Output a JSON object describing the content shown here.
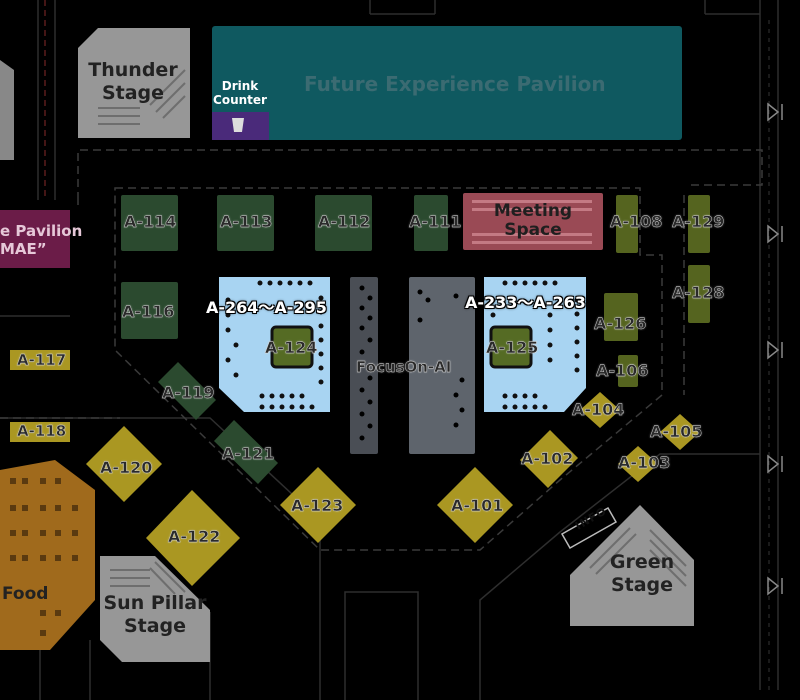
{
  "colors": {
    "background": "#000000",
    "booth_green": "#2b4a2f",
    "booth_olive": "#55641f",
    "booth_yellow": "#aa9722",
    "booth_yellow_light": "#b39f2a",
    "stage_gray": "#9a9a9a",
    "pavilion_teal": "#0f5960",
    "meeting_pink": "#9a4a55",
    "selected_blue": "#a8d4f2",
    "food_orange": "#a06a1c",
    "pavilion_magenta": "#6b1c48"
  },
  "stages": {
    "thunder": "Thunder\nStage",
    "sun_pillar": "Sun Pillar\nStage",
    "green": "Green\nStage"
  },
  "pavilion": {
    "future": "Future Experience Pavilion",
    "left_line1": "e Pavilion",
    "left_line2": "MAE”"
  },
  "drink_counter": "Drink\nCounter",
  "meeting_space": "Meeting\nSpace",
  "focus_on_ai": "FocusOn-AI",
  "food": "Food",
  "info": "INFO",
  "ranges": {
    "left": "A-264～A-295",
    "right": "A-233～A-263"
  },
  "booths": {
    "a114": "A-114",
    "a113": "A-113",
    "a112": "A-112",
    "a111": "A-111",
    "a108": "A-108",
    "a129": "A-129",
    "a128": "A-128",
    "a126": "A-126",
    "a106": "A-106",
    "a104": "A-104",
    "a105": "A-105",
    "a103": "A-103",
    "a102": "A-102",
    "a101": "A-101",
    "a123": "A-123",
    "a122": "A-122",
    "a121": "A-121",
    "a120": "A-120",
    "a119": "A-119",
    "a118": "A-118",
    "a117": "A-117",
    "a116": "A-116",
    "a124": "A-124",
    "a125": "A-125"
  }
}
